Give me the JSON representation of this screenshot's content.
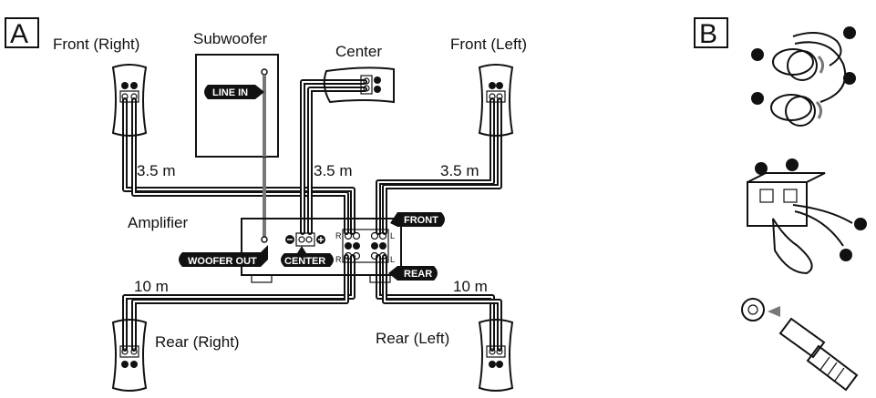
{
  "panel_a": {
    "letter": "A",
    "labels": {
      "front_right": "Front (Right)",
      "subwoofer": "Subwoofer",
      "center": "Center",
      "front_left": "Front (Left)",
      "amplifier": "Amplifier",
      "rear_right": "Rear (Right)",
      "rear_left": "Rear (Left)"
    },
    "distances": {
      "front_right": "3.5 m",
      "center": "3.5 m",
      "front_left": "3.5 m",
      "rear_right": "10 m",
      "rear_left": "10 m"
    },
    "tags": {
      "line_in": "LINE IN",
      "woofer_out": "WOOFER OUT",
      "center": "CENTER",
      "front": "FRONT",
      "rear": "REAR"
    },
    "channel_marks": {
      "right": "R",
      "left": "L"
    }
  },
  "panel_b": {
    "letter": "B"
  },
  "colors": {
    "ink": "#111111",
    "paper": "#ffffff",
    "grey_cable": "#777777"
  }
}
